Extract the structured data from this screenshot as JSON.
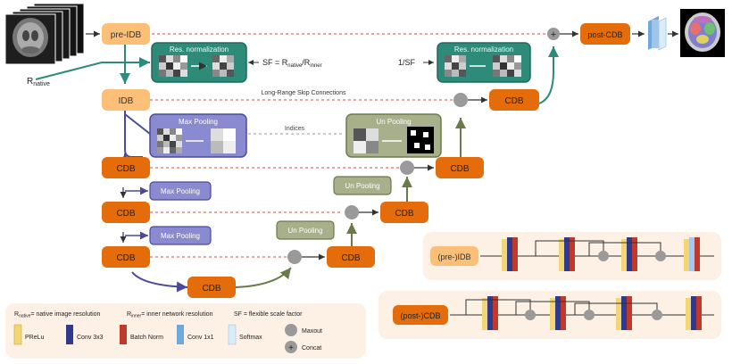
{
  "blocks": {
    "pre_idb": "pre-IDB",
    "idb": "IDB",
    "cdb": "CDB",
    "post_cdb": "post-CDB",
    "pre_idb_legend": "(pre-)IDB",
    "post_cdb_legend": "(post-)CDB"
  },
  "inputs": {
    "r_native": "R",
    "r_native_sub": "native"
  },
  "res_norm": {
    "title": "Res. normalization",
    "sf_formula_prefix": "SF = R",
    "sf_sub1": "native",
    "sf_slash": "/R",
    "sf_sub2": "inner",
    "inverse_sf": "1/SF"
  },
  "pooling": {
    "max_pooling": "Max Pooling",
    "un_pooling": "Un Pooling",
    "indices": "Indices"
  },
  "connections": {
    "long_range": "Long-Range Skip Connections"
  },
  "legend": {
    "r_native_desc": "= native image resolution",
    "r_inner_label": "R",
    "r_inner_sub": "inner",
    "r_inner_desc": "= inner network resolution",
    "sf_desc": "SF = flexible scale factor",
    "prelu": "PReLu",
    "conv3": "Conv 3x3",
    "batchnorm": "Batch Norm",
    "conv1": "Conv 1x1",
    "softmax": "Softmax",
    "maxout": "Maxout",
    "concat": "Concat"
  },
  "colors": {
    "orange": "#e46c0a",
    "light_orange": "#fbbf77",
    "teal": "#2e8b7a",
    "purple": "#4a4a9c",
    "olive": "#6b7a4a",
    "legend_bg": "#fdf1e6",
    "maxout": "#9a9a9a"
  }
}
